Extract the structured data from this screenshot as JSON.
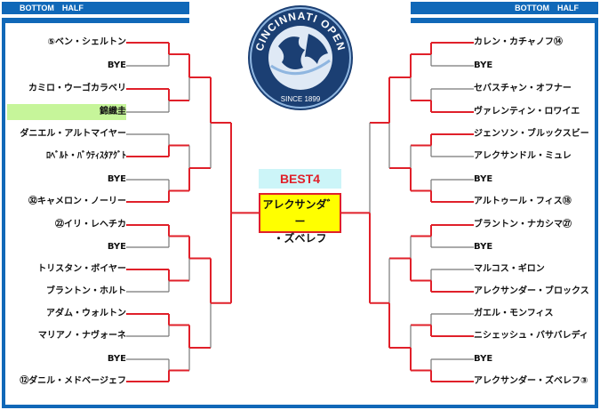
{
  "header": {
    "left_label": "BOTTOM　HALF",
    "right_label": "BOTTOM　HALF"
  },
  "logo": {
    "title": "CINCINNATI OPEN",
    "since": "SINCE 1899"
  },
  "best4": {
    "label": "BEST4",
    "winner_line1": "アレクサンダ゛ー",
    "winner_line2": "・ズベレフ"
  },
  "left_players": [
    "⑤ベン・シェルトン",
    "BYE",
    "カミロ・ウーゴカラベリ",
    "錦織圭",
    "ダニエル・アルトマイヤー",
    "ﾛﾍﾞﾙﾄ・ﾊﾞｳﾃｨｽﾀｱｸﾞﾄ",
    "BYE",
    "㉜キャメロン・ノーリー",
    "㉒イリ・レヘチカ",
    "BYE",
    "トリスタン・ボイヤー",
    "ブラントン・ホルト",
    "アダム・ウォルトン",
    "マリアノ・ナヴォーネ",
    "BYE",
    "⑫ダニル・メドベージェフ"
  ],
  "right_players": [
    "カレン・カチャノフ⑭",
    "BYE",
    "セバスチャン・オフナー",
    "ヴァレンティン・ロワイエ",
    "ジェンソン・ブルックスビー",
    "アレクサンドル・ミュレ",
    "BYE",
    "アルトゥール・フィス⑱",
    "ブラントン・ナカシマ㉗",
    "BYE",
    "マルコス・ギロン",
    "アレクサンダー・ブロックス",
    "ガエル・モンフィス",
    "ニシェッシュ・バサバレディ",
    "BYE",
    "アレクサンダー・ズベレフ③"
  ],
  "colors": {
    "accent_blue": "#1068b8",
    "winner_red": "#e0202a",
    "highlight_green": "#c6f59a"
  }
}
